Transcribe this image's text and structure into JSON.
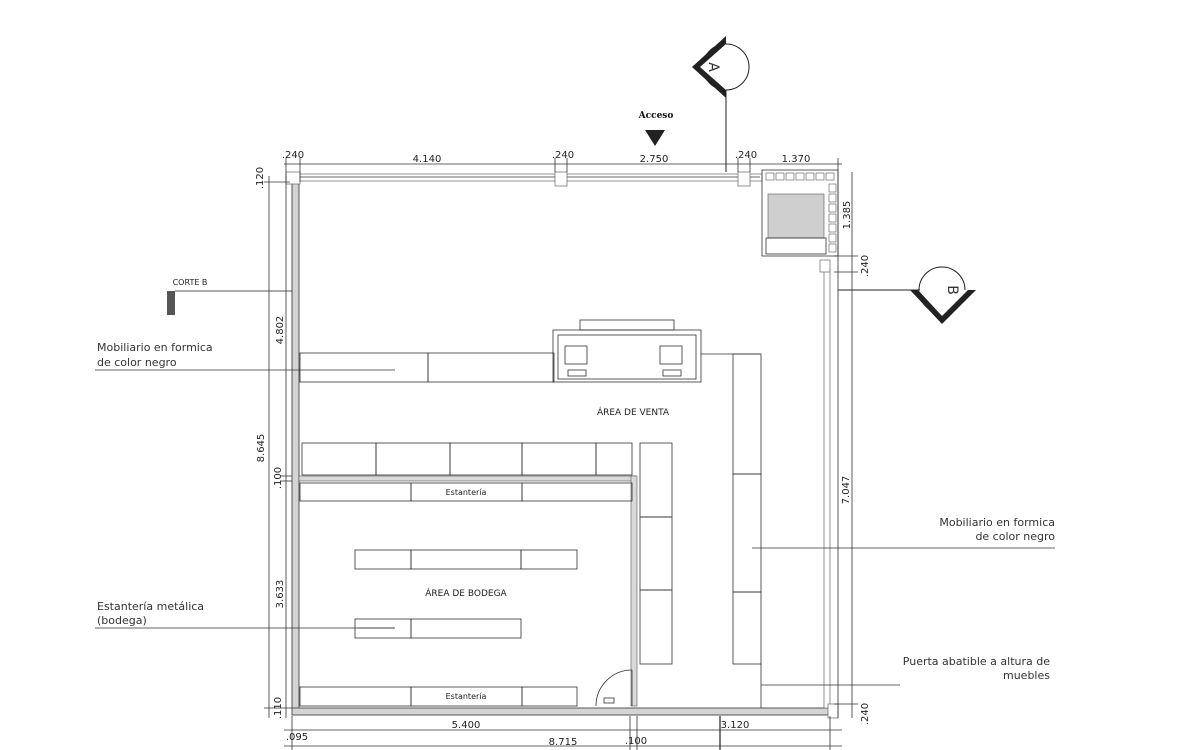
{
  "access_label": "Acceso",
  "section_a_label": "A",
  "section_b_label": "B",
  "corte_b_label": "CORTE B",
  "rooms": {
    "venta": "ÁREA DE VENTA",
    "bodega": "ÁREA DE BODEGA"
  },
  "shelf_labels": {
    "top": "Estantería",
    "bottom": "Estantería"
  },
  "annotations": {
    "mob_left_1": "Mobiliario en formica",
    "mob_left_2": "de color negro",
    "est_left_1": "Estantería metálica",
    "est_left_2": "(bodega)",
    "mob_right_1": "Mobiliario en formica",
    "mob_right_2": "de color negro",
    "door_1": "Puerta abatible a altura de",
    "door_2": "muebles"
  },
  "top_dims": {
    "d1": ".240",
    "d2": "4.140",
    "d3": ".240",
    "d4": "2.750",
    "d5": ".240",
    "d6": "1.370"
  },
  "left_dims": {
    "d_120": ".120",
    "d_4802": "4.802",
    "d_8645": "8.645",
    "d_100": ".100",
    "d_3633": "3.633",
    "d_110": ".110"
  },
  "right_dims": {
    "d_1385": "1.385",
    "d_240a": ".240",
    "d_7047": "7.047",
    "d_240b": ".240"
  },
  "bottom_dims": {
    "d_095": ".095",
    "d_5400": "5.400",
    "d_8715": "8.715",
    "d_100": ".100",
    "d_3120": "3.120"
  }
}
